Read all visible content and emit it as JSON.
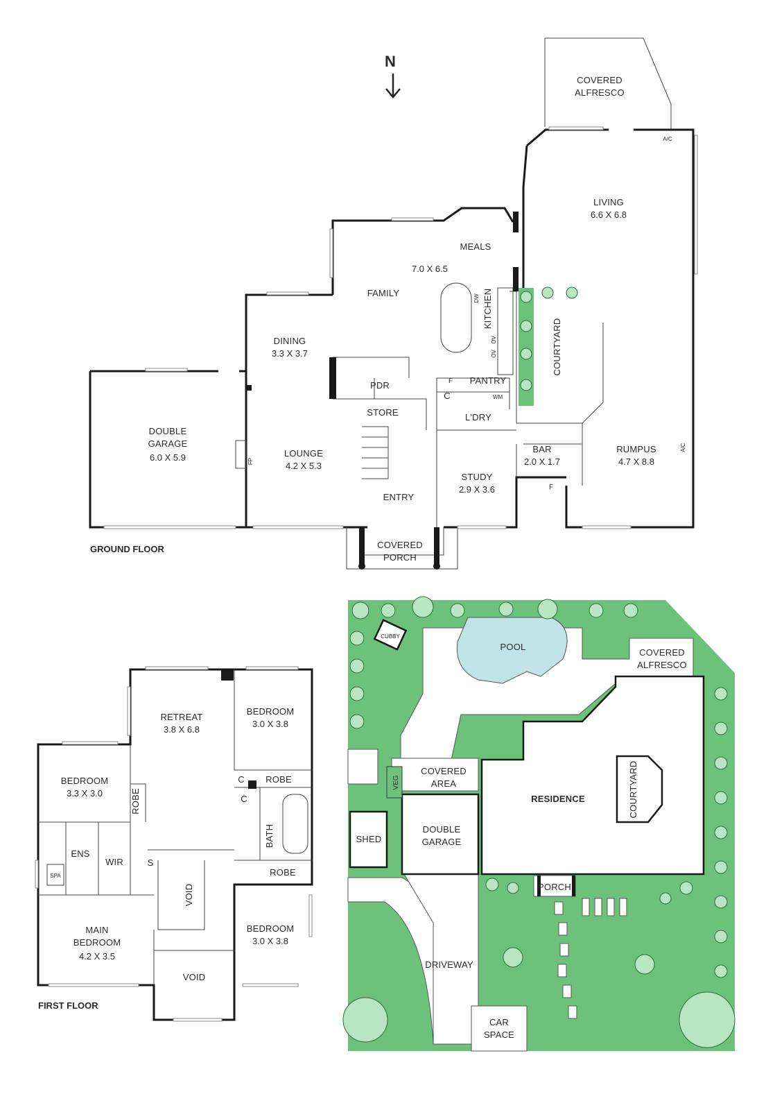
{
  "compass": {
    "letter": "N"
  },
  "ground_floor": {
    "label": "GROUND FLOOR",
    "rooms": {
      "covered_alfresco": [
        "COVERED",
        "ALFRESCO"
      ],
      "living": {
        "name": "LIVING",
        "size": "6.6 X 6.8"
      },
      "meals": {
        "name": "MEALS"
      },
      "family": {
        "name": "FAMILY",
        "size": "7.0 X 6.5"
      },
      "kitchen": "KITCHEN",
      "dw": "DW",
      "ov1": "OV",
      "ov2": "OV",
      "courtyard": "COURTYARD",
      "dining": {
        "name": "DINING",
        "size": "3.3 X 3.7"
      },
      "pdr": "PDR",
      "pantry": "PANTRY",
      "f_pantry": "F",
      "c": "C",
      "wm": "WM",
      "store": "STORE",
      "ldry": "L'DRY",
      "double_garage": {
        "name": [
          "DOUBLE",
          "GARAGE"
        ],
        "size": "6.0 X 5.9"
      },
      "fp": "FP",
      "lounge": {
        "name": "LOUNGE",
        "size": "4.2 X 5.3"
      },
      "bar": {
        "name": "BAR",
        "size": "2.0 X 1.7"
      },
      "f_bar": "F",
      "rumpus": {
        "name": "RUMPUS",
        "size": "4.7 X 8.8"
      },
      "ac1": "A/C",
      "ac2": "A/C",
      "study": {
        "name": "STUDY",
        "size": "2.9 X 3.6"
      },
      "entry": "ENTRY",
      "covered_porch": [
        "COVERED",
        "PORCH"
      ]
    }
  },
  "first_floor": {
    "label": "FIRST FLOOR",
    "rooms": {
      "retreat": {
        "name": "RETREAT",
        "size": "3.8 X 6.8"
      },
      "bedroom_ne": {
        "name": "BEDROOM",
        "size": "3.0 X 3.8"
      },
      "bedroom_w": {
        "name": "BEDROOM",
        "size": "3.3 X 3.0"
      },
      "robe1": "ROBE",
      "robe2": "ROBE",
      "robe3": "ROBE",
      "c1": "C",
      "c2": "C",
      "bath": "BATH",
      "ens": "ENS",
      "wir": "WIR",
      "spa": "SPA",
      "s": "S",
      "void1": "VOID",
      "main_bedroom": {
        "name": [
          "MAIN",
          "BEDROOM"
        ],
        "size": "4.2 X 3.5"
      },
      "void2": "VOID",
      "bedroom_se": {
        "name": "BEDROOM",
        "size": "3.0 X 3.8"
      }
    }
  },
  "site": {
    "cubby": "CUBBY",
    "pool": "POOL",
    "covered_alfresco": [
      "COVERED",
      "ALFRESCO"
    ],
    "veg": "VEG",
    "covered_area": [
      "COVERED",
      "AREA"
    ],
    "residence": "RESIDENCE",
    "courtyard": "COURTYARD",
    "shed": "SHED",
    "double_garage": [
      "DOUBLE",
      "GARAGE"
    ],
    "porch": "PORCH",
    "driveway": "DRIVEWAY",
    "car_space": [
      "CAR",
      "SPACE"
    ]
  },
  "colors": {
    "grass": "#6cc27a",
    "tree_fill": "#b8e6c0",
    "pool": "#bfe3e6",
    "wall": "#1a1a1a"
  }
}
